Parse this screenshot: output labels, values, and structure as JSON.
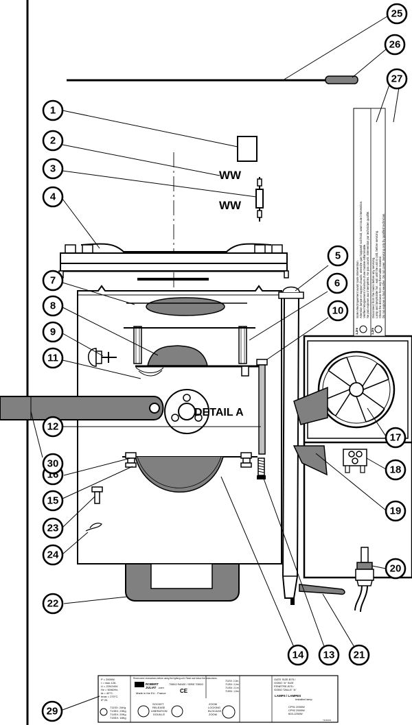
{
  "diagram": {
    "detail_label": "DETAIL A",
    "callouts": [
      "1",
      "2",
      "3",
      "4",
      "5",
      "6",
      "7",
      "8",
      "9",
      "10",
      "11",
      "12",
      "13",
      "14",
      "15",
      "16",
      "17",
      "18",
      "19",
      "20",
      "21",
      "22",
      "23",
      "24",
      "25",
      "26",
      "27",
      "29",
      "30"
    ]
  },
  "warning_label": {
    "fr_lines": [
      "Isoler électriquement avant toute intervention.",
      "Attention lampe et support chauds: attendre que l'appareil soit froid, avant toute intervention.",
      "Vérifier l'éloignement minimum d'une matière inflammable.",
      "Ne pas exposer aux intempéries. Ne pas couvrir. Intervention par technicien qualifié."
    ],
    "en_lines": [
      "Disconnect from the mains before any servicing.",
      "Lamp and lampholder hot : wait until the unit is cold, before servicing.",
      "Check the distance from any flammable material.",
      "Do not expose to bad weather. Do not cover. Servicing only by qualified technician."
    ],
    "temp_fr": "1,2m",
    "temp_en": "1,2m"
  },
  "rating_plate": {
    "specs": [
      "P = 2500W.",
      "I = max.12A.",
      "U = 220/240V.",
      "Hz = 50/60Hz.",
      "ta = 40°C.",
      "tmax = 270°C.",
      "IP 20."
    ],
    "notice": "Read users' instructions before using the lighting unit. Read and follow the instructions.",
    "brand_line1": "ROBERT",
    "brand_line2": "JULIAT",
    "brand_url": ".com",
    "range": "7055X2 RANGE / SERIE 7055X2",
    "made_in": "Made in the EU - France",
    "weights": [
      "711SX: 24Kg",
      "713SX: 23Kg",
      "714SX: 20Kg",
      "715SX: 18Kg"
    ],
    "socket_release": [
      "SOCKET",
      "RELEASE",
      "LIBERATION",
      "DOUILLE"
    ],
    "zoom_lock": [
      "ZOOM",
      "LOCKING",
      "BLOCAGE",
      "ZOOM"
    ],
    "gate_size": [
      "GATE SIZE-B75 /",
      "GOBO \"A\" SIZE",
      "FENETRE-B75 /",
      "GOBO TAILLE \"A\""
    ],
    "lamps_header": "LAMPS / LAMPES",
    "lamps_sub": "Installed lamp",
    "lamp_list": [
      "CP91 2000W",
      "CP92 2500W",
      "603-1250W"
    ],
    "focal_list": [
      "711SX: 2,0m",
      "713SX: 2,0m",
      "714SX: 2,1m",
      "715SX: 1,5m"
    ],
    "code": "711SX01"
  }
}
